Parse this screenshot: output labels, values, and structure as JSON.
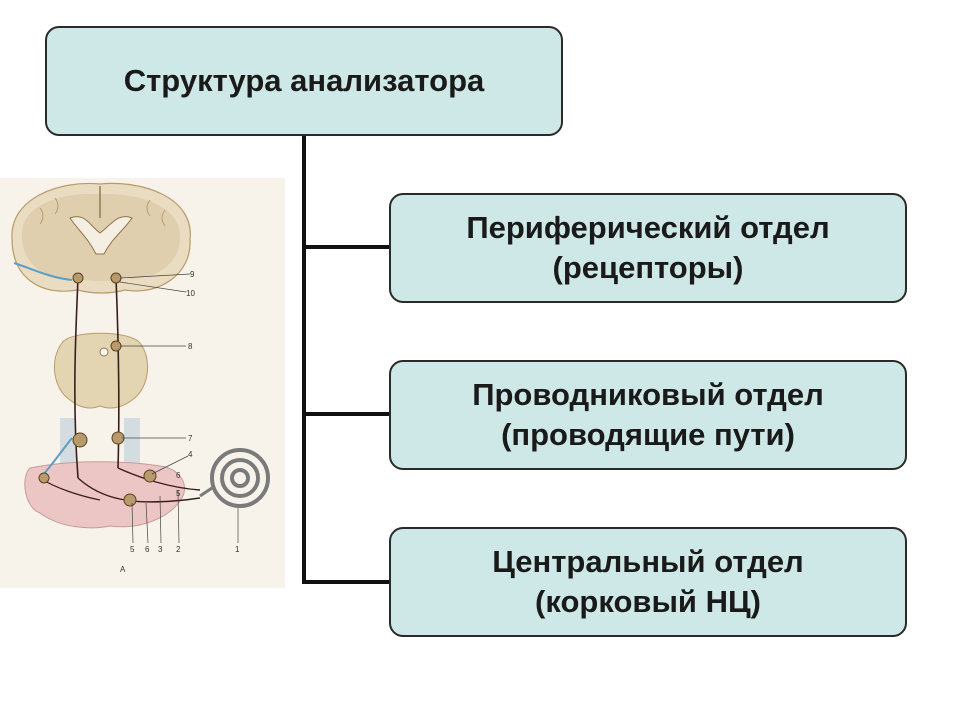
{
  "root": {
    "label": "Структура анализатора"
  },
  "children": [
    {
      "line1": "Периферический отдел",
      "line2": "(рецепторы)"
    },
    {
      "line1": "Проводниковый отдел",
      "line2": "(проводящие пути)"
    },
    {
      "line1": "Центральный отдел",
      "line2": "(корковый НЦ)"
    }
  ],
  "figure": {
    "numbers": [
      "9",
      "10",
      "8",
      "7",
      "4",
      "6",
      "5",
      "5",
      "6",
      "3",
      "2",
      "1"
    ],
    "caption": "А"
  },
  "colors": {
    "box_fill": "#cde8e6",
    "box_border": "#2a2a2a",
    "connector": "#111111",
    "brain_tissue": "#e9dcc0",
    "cortex": "#d9c49f",
    "pathway_blue": "#5d9ec7",
    "cochlea": "#9a9a9a"
  }
}
